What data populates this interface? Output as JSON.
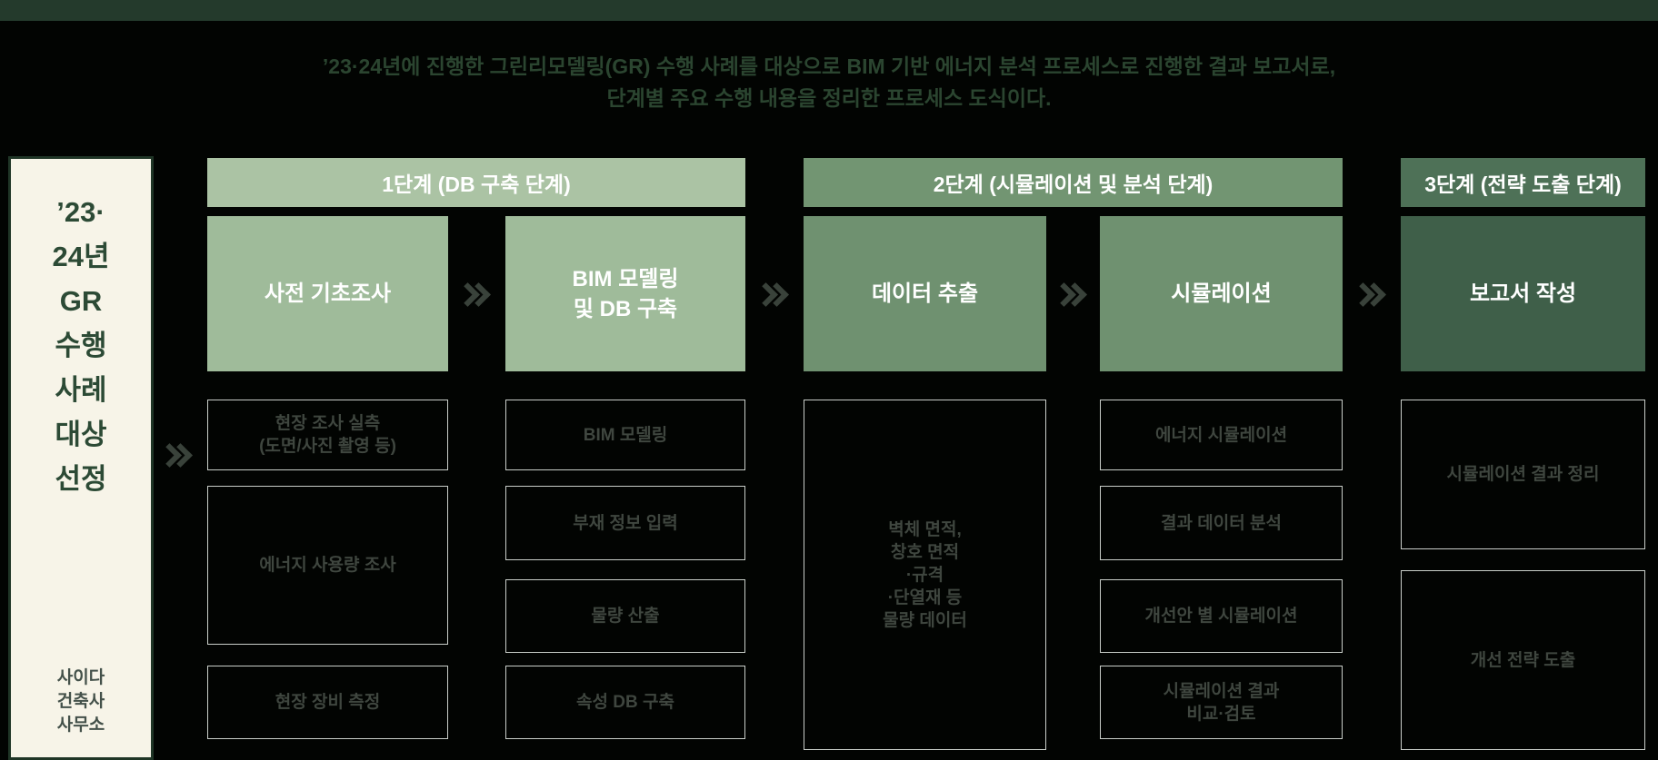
{
  "title": {
    "line1": "’23·24년에 진행한 그린리모델링(GR) 수행 사례를 대상으로 BIM 기반 에너지 분석 프로세스로 진행한 결과 보고서로,",
    "line2": "단계별 주요 수행 내용을 정리한 프로세스 도식이다."
  },
  "sidebar": {
    "title": "’23·\n24년\nGR\n수행\n사례\n대상\n선정",
    "organization": "사이다\n건축사\n사무소"
  },
  "phases": [
    {
      "label": "1단계 (DB 구축 단계)"
    },
    {
      "label": "2단계 (시뮬레이션 및 분석 단계)"
    },
    {
      "label": "3단계 (전략 도출 단계)"
    }
  ],
  "columns": [
    {
      "main": "사전 기초조사",
      "subs": [
        "현장 조사 실측\n(도면/사진 촬영 등)",
        "에너지 사용량 조사",
        "현장 장비 측정"
      ]
    },
    {
      "main": "BIM 모델링\n및 DB 구축",
      "subs": [
        "BIM 모델링",
        "부재 정보 입력",
        "물량 산출",
        "속성 DB 구축"
      ]
    },
    {
      "main": "데이터 추출",
      "subs": [
        "벽체 면적,\n창호 면적\n·규격\n·단열재 등\n물량 데이터"
      ]
    },
    {
      "main": "시뮬레이션",
      "subs": [
        "에너지 시뮬레이션",
        "결과 데이터 분석",
        "개선안 별 시뮬레이션",
        "시뮬레이션 결과\n비교·검토"
      ]
    },
    {
      "main": "보고서 작성",
      "subs": [
        "시뮬레이션 결과 정리",
        "개선 전략 도출"
      ]
    }
  ],
  "icons": {
    "flow_arrow": "double-chevron-right"
  },
  "colors": {
    "background": "#020402",
    "top_bar": "#243a2c",
    "title_text": "#2b4530",
    "phase1_header": "#abc3a4",
    "phase1_box": "#9fbb9a",
    "phase2_header": "#729572",
    "phase2_box": "#6f9170",
    "phase3_header": "#4e7157",
    "phase3_box": "#3f5f49",
    "panel_bg": "#f7f4e8",
    "panel_border": "#1f3526",
    "panel_text": "#2c4a35",
    "sub_border": "#c9cec9",
    "sub_text": "#3f463f",
    "arrow": "#39423a"
  }
}
